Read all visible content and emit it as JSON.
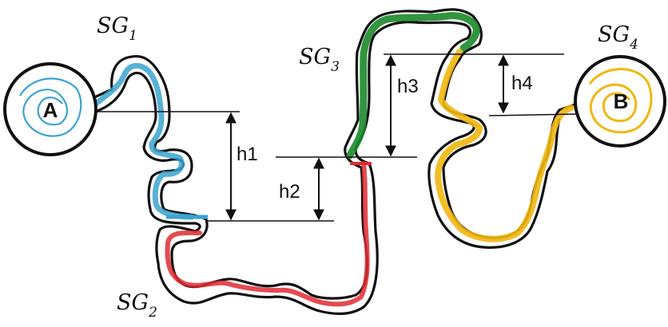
{
  "nodes": [
    {
      "id": "A",
      "label": "A",
      "color": "#3ba3cf"
    },
    {
      "id": "B",
      "label": "B",
      "color": "#f1b70f"
    }
  ],
  "segments": [
    {
      "name": "SG",
      "sub": "1",
      "color": "#3ba3cf"
    },
    {
      "name": "SG",
      "sub": "2",
      "color": "#e02a33"
    },
    {
      "name": "SG",
      "sub": "3",
      "color": "#1b8a2a"
    },
    {
      "name": "SG",
      "sub": "4",
      "color": "#f1b70f"
    }
  ],
  "heights": [
    "h1",
    "h2",
    "h3",
    "h4"
  ]
}
